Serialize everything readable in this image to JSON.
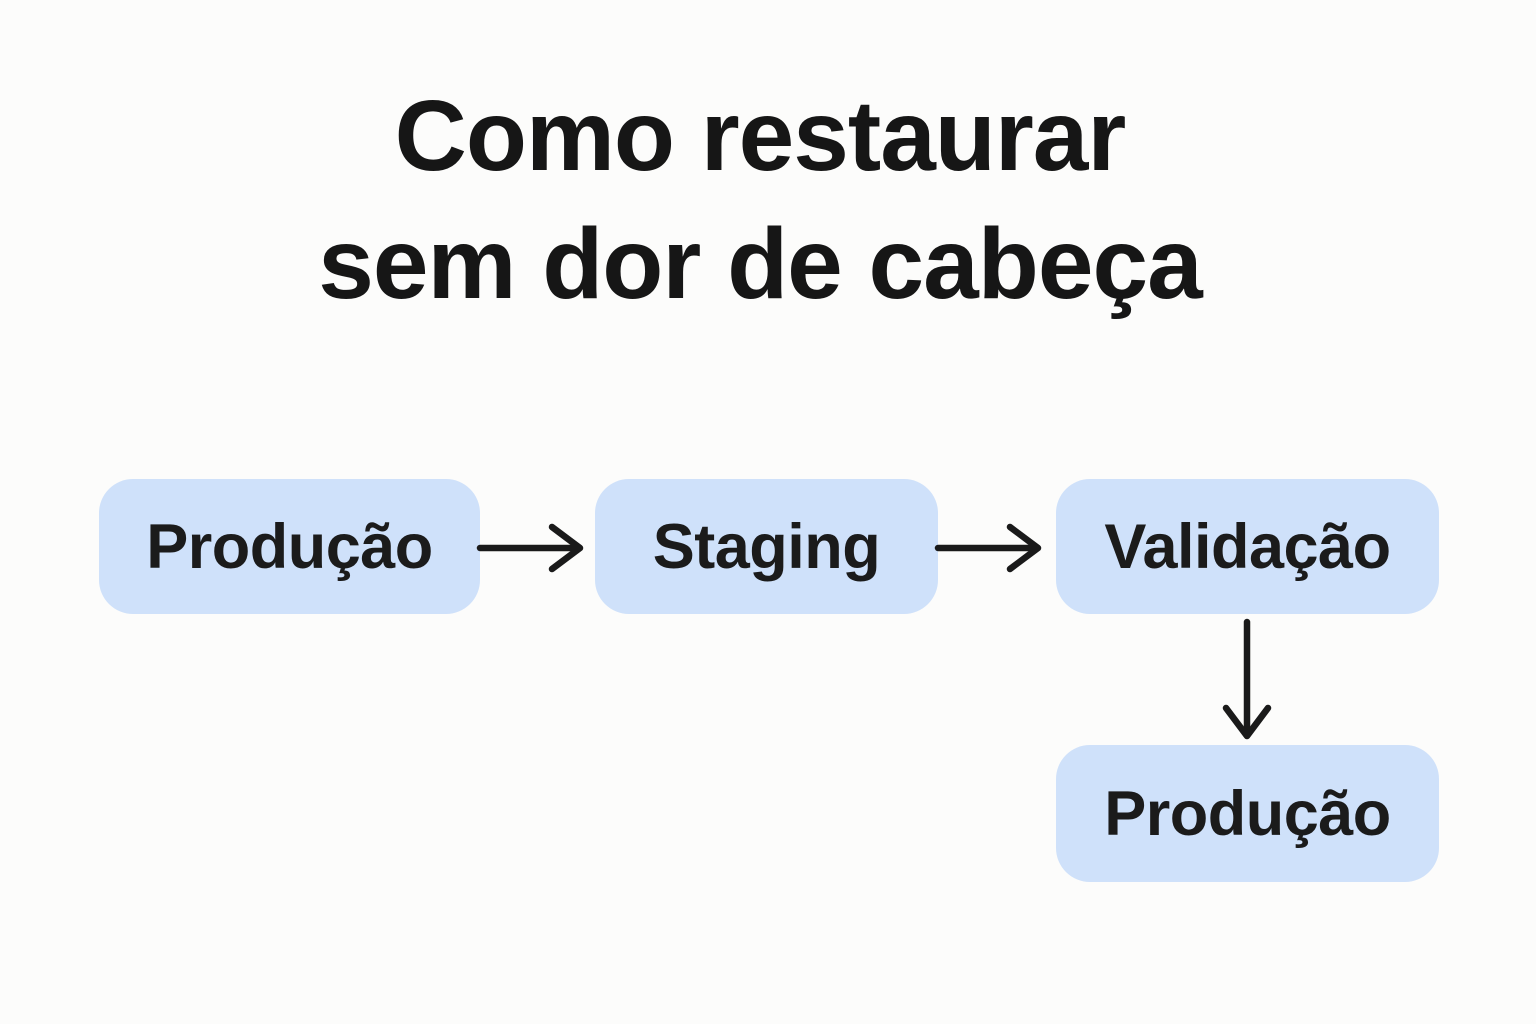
{
  "title": {
    "line1": "Como restaurar",
    "line2": "sem dor de cabeça"
  },
  "diagram": {
    "nodes": [
      {
        "id": "producao-source",
        "label": "Produção"
      },
      {
        "id": "staging",
        "label": "Staging"
      },
      {
        "id": "validacao",
        "label": "Validação"
      },
      {
        "id": "producao-target",
        "label": "Produção"
      }
    ],
    "edges": [
      {
        "from": "producao-source",
        "to": "staging",
        "direction": "right"
      },
      {
        "from": "staging",
        "to": "validacao",
        "direction": "right"
      },
      {
        "from": "validacao",
        "to": "producao-target",
        "direction": "down"
      }
    ]
  },
  "colors": {
    "background": "#fcfcfb",
    "node_fill": "#cfe1fa",
    "node_text": "#1b1b1b",
    "title_text": "#161616",
    "arrow": "#1a1a1a"
  }
}
